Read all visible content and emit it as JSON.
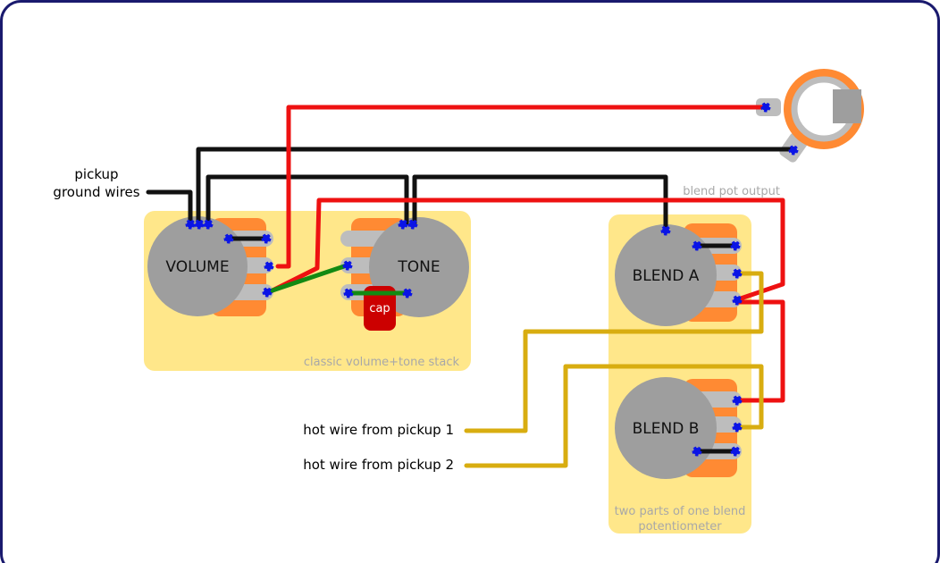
{
  "labels": {
    "pickup_ground_line1": "pickup",
    "pickup_ground_line2": "ground wires",
    "volume": "VOLUME",
    "tone": "TONE",
    "cap": "cap",
    "blend_a": "BLEND A",
    "blend_b": "BLEND B",
    "hot_pickup_1": "hot wire from pickup 1",
    "hot_pickup_2": "hot wire from pickup 2",
    "blend_output_note": "blend pot output",
    "stack_note": "classic volume+tone stack",
    "blend_note_line1": "two parts of one blend",
    "blend_note_line2": "potentiometer"
  },
  "colors": {
    "frame": "#1a1a6e",
    "zone": "#ffe78a",
    "pot_body": "#9e9e9e",
    "lug_orange": "#ff8a33",
    "lug_grey": "#bdbdbd",
    "solder": "#0a14e6",
    "wire_red": "#ee1111",
    "wire_black": "#111111",
    "wire_green": "#138a13",
    "wire_yellow": "#d8ad10",
    "cap": "#cc0000"
  }
}
